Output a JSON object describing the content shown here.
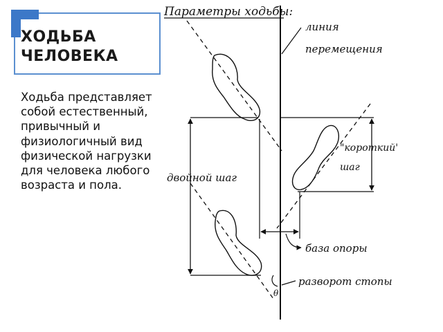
{
  "slide": {
    "title": "ХОДЬБА\nЧЕЛОВЕКА",
    "body": "Ходьба представляет собой естественный, привычный и физиологичный вид физической нагрузки для человека любого возраста и пола."
  },
  "diagram": {
    "heading": "Параметры ходьбы:",
    "labels": {
      "line_of_motion_1": "линия",
      "line_of_motion_2": "перемещения",
      "short_step_1": "\"короткий\"",
      "short_step_2": "шаг",
      "double_step": "двойной шаг",
      "support_base": "база опоры",
      "foot_turn": "разворот стопы",
      "angle_symbol": "θ"
    }
  },
  "colors": {
    "accent": "#3c78c8",
    "accent_border": "#5b8fd0"
  }
}
